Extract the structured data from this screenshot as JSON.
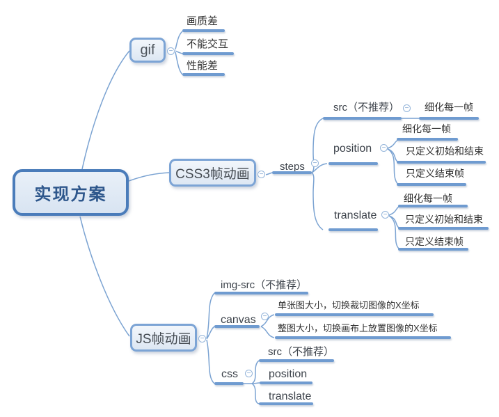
{
  "root": {
    "label": "实现方案"
  },
  "gif": {
    "label": "gif",
    "children": [
      "画质差",
      "不能交互",
      "性能差"
    ]
  },
  "css3": {
    "label": "CSS3帧动画",
    "steps": {
      "label": "steps",
      "src": {
        "label": "src（不推荐）",
        "children": [
          "细化每一帧"
        ]
      },
      "position": {
        "label": "position",
        "children": [
          "细化每一帧",
          "只定义初始和结束",
          "只定义结束帧"
        ]
      },
      "translate": {
        "label": "translate",
        "children": [
          "细化每一帧",
          "只定义初始和结束",
          "只定义结束帧"
        ]
      }
    }
  },
  "js": {
    "label": "JS帧动画",
    "img_src": {
      "label": "img-src（不推荐）"
    },
    "canvas": {
      "label": "canvas",
      "children": [
        "单张图大小，切换裁切图像的X坐标",
        "整图大小，切换画布上放置图像的X坐标"
      ]
    },
    "css": {
      "label": "css",
      "children": [
        "src（不推荐）",
        "position",
        "translate"
      ]
    }
  },
  "icons": {
    "collapse": "−"
  },
  "colors": {
    "branch_line": "#6f9bd0",
    "connector_curve": "#7ba3d2",
    "node_border": "#7ca4d5",
    "root_border": "#4a7cba",
    "node_fill": "#dde7f3",
    "root_fill": "#d8e4f2",
    "root_text": "#2e578c",
    "node_text": "#454b52",
    "leaf_text": "#303030",
    "background": "#ffffff"
  }
}
